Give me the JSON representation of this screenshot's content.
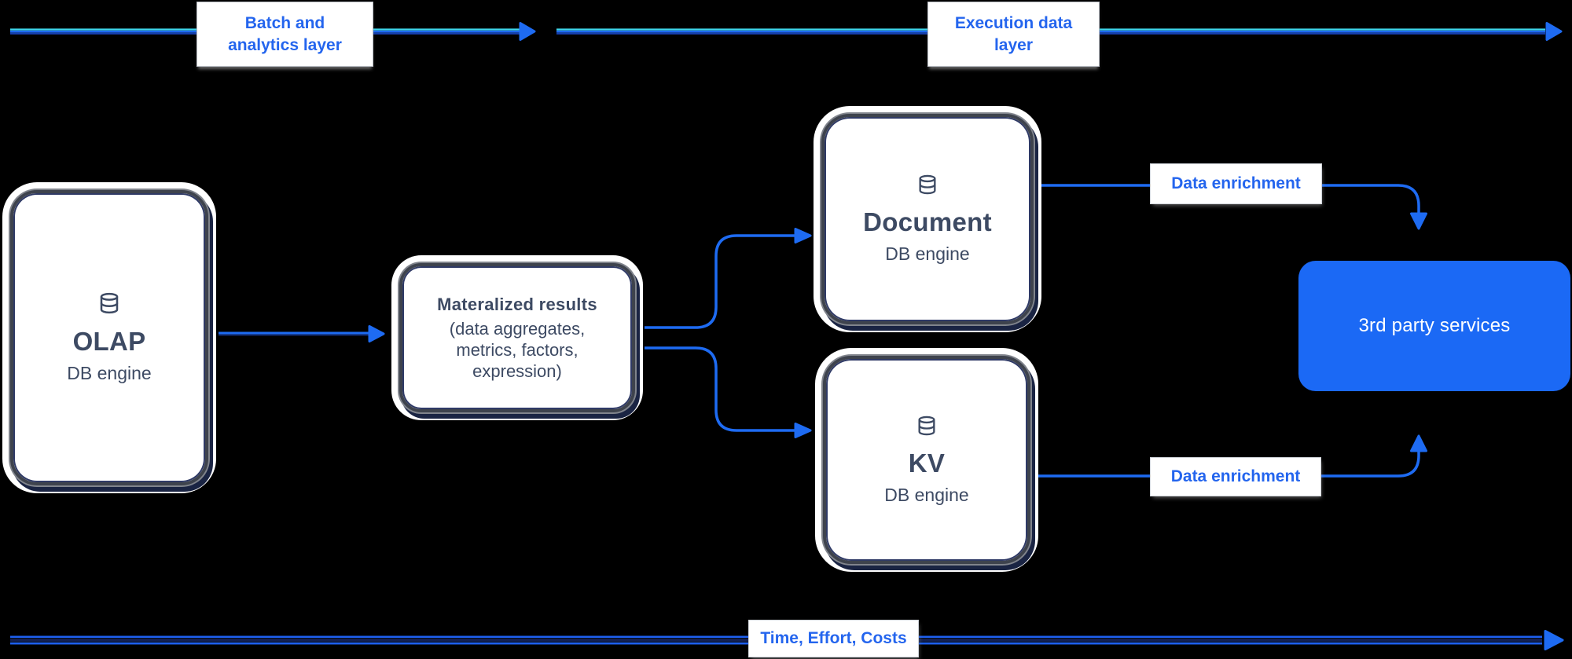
{
  "diagram": {
    "background_color": "#000000",
    "accent_blue": "#2465ee",
    "line_blue": "#1e6bf2",
    "line_cyan": "#3ed6ea",
    "line_dark_blue": "#163fb0",
    "node_text_color": "#3d4a63",
    "third_party_fill": "#1b69f5",
    "lanes": {
      "batch": {
        "line1": "Batch and",
        "line2": "analytics layer"
      },
      "execution": {
        "line1": "Execution data",
        "line2": "layer"
      },
      "bottom": {
        "label": "Time, Effort, Costs"
      }
    },
    "nodes": {
      "olap": {
        "title": "OLAP",
        "subtitle": "DB engine",
        "icon": "database"
      },
      "materialized": {
        "title": "Materalized results",
        "body": [
          "(data aggregates,",
          "metrics, factors,",
          "expression)"
        ]
      },
      "document": {
        "title": "Document",
        "subtitle": "DB engine",
        "icon": "database"
      },
      "kv": {
        "title": "KV",
        "subtitle": "DB engine",
        "icon": "database"
      },
      "third_party": {
        "title": "3rd party services"
      }
    },
    "edge_labels": {
      "enrichment_top": "Data enrichment",
      "enrichment_bottom": "Data enrichment"
    }
  }
}
